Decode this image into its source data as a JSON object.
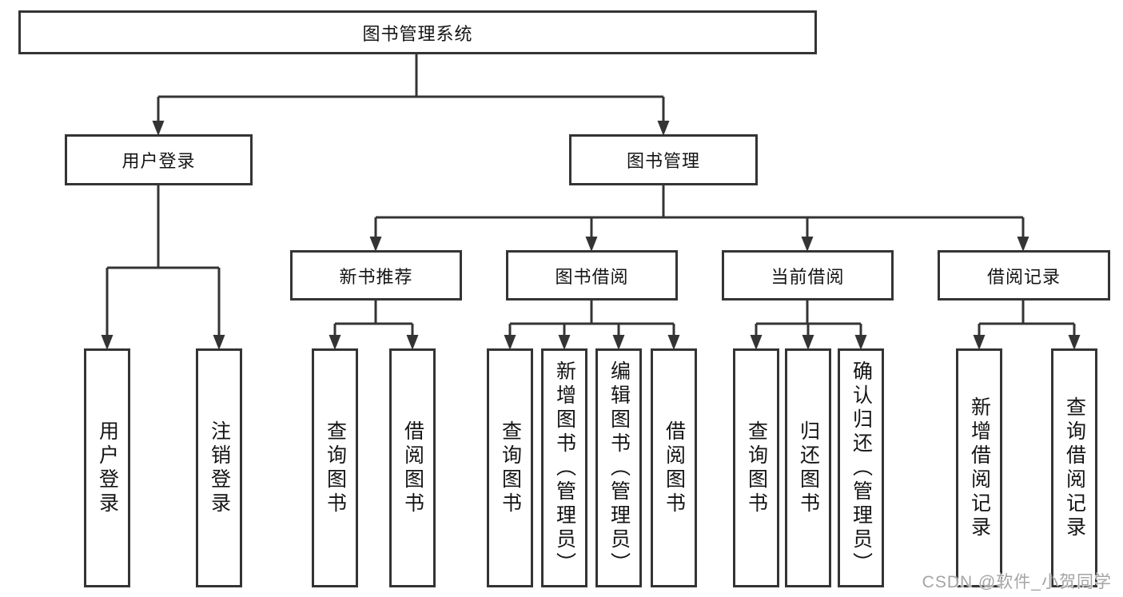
{
  "diagram": {
    "type": "hierarchy-tree",
    "title": "图书管理系统",
    "line_color": "#343434",
    "text_color": "#141414",
    "background": "#ffffff"
  },
  "root": {
    "label": "图书管理系统"
  },
  "level2": [
    {
      "id": "user-login",
      "label": "用户登录",
      "parent": "图书管理系统"
    },
    {
      "id": "book-management",
      "label": "图书管理",
      "parent": "图书管理系统"
    }
  ],
  "level3": [
    {
      "id": "new-book-recommend",
      "label": "新书推荐",
      "parent": "图书管理"
    },
    {
      "id": "book-borrowing",
      "label": "图书借阅",
      "parent": "图书管理"
    },
    {
      "id": "current-borrowing",
      "label": "当前借阅",
      "parent": "图书管理"
    },
    {
      "id": "borrowing-records",
      "label": "借阅记录",
      "parent": "图书管理"
    }
  ],
  "leaves": [
    {
      "id": "user-login-leaf",
      "label": "用户登录",
      "parent": "用户登录"
    },
    {
      "id": "logout",
      "label": "注销登录",
      "parent": "用户登录"
    },
    {
      "id": "query-books-recommend",
      "label": "查询图书",
      "parent": "新书推荐"
    },
    {
      "id": "borrow-books-recommend",
      "label": "借阅图书",
      "parent": "新书推荐"
    },
    {
      "id": "query-books-borrowing",
      "label": "查询图书",
      "parent": "图书借阅"
    },
    {
      "id": "add-books-admin",
      "label": "新增图书（管理员）",
      "parent": "图书借阅"
    },
    {
      "id": "edit-books-admin",
      "label": "编辑图书（管理员）",
      "parent": "图书借阅"
    },
    {
      "id": "borrow-books",
      "label": "借阅图书",
      "parent": "图书借阅"
    },
    {
      "id": "query-books-current",
      "label": "查询图书",
      "parent": "当前借阅"
    },
    {
      "id": "return-books",
      "label": "归还图书",
      "parent": "当前借阅"
    },
    {
      "id": "confirm-return-admin",
      "label": "确认归还（管理员）",
      "parent": "当前借阅"
    },
    {
      "id": "add-borrow-record",
      "label": "新增借阅记录",
      "parent": "借阅记录"
    },
    {
      "id": "query-borrow-record",
      "label": "查询借阅记录",
      "parent": "借阅记录"
    }
  ],
  "watermark": "CSDN @软件_小贺同学"
}
